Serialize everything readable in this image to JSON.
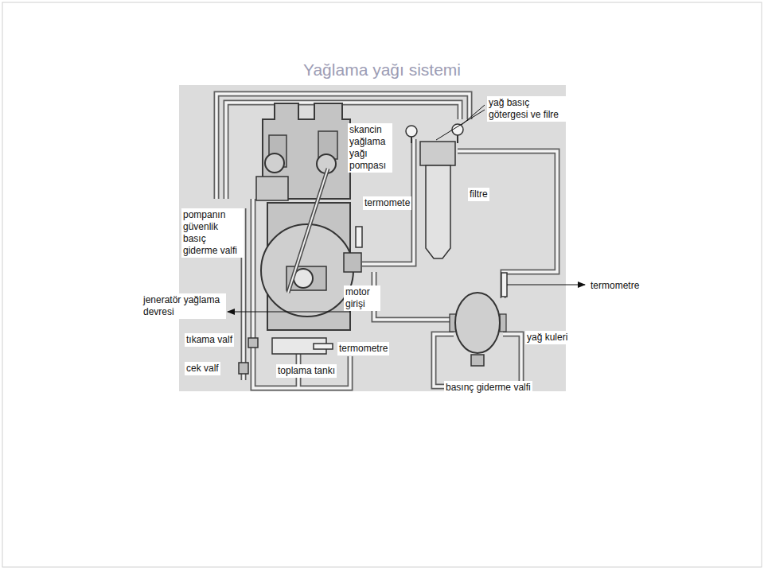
{
  "diagram": {
    "title": "Yağlama yağı sistemi",
    "labels": [
      "yağ basıç götergesi ve filre",
      "skancin yağlama yağı pompası",
      "termomete",
      "filtre",
      "pompanın güvenlik basıç giderme valfi",
      "termometre",
      "jeneratör yağlama devresi",
      "motor girişi",
      "yağ kuleri",
      "tıkama valf",
      "termometre",
      "cek valf",
      "toplama tankı",
      "basınç giderme valfi"
    ]
  }
}
